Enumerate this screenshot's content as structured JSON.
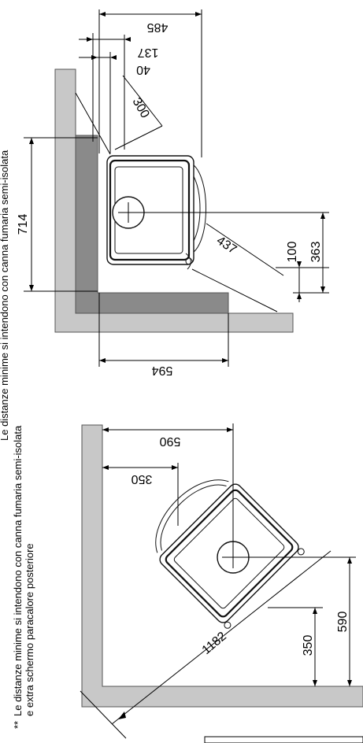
{
  "notes": {
    "line1": "Le distanze minime si intendono con canna fumaria semi-isolata",
    "line2": "Le distanze minime si intendono con canna fumaria semi-isolata",
    "line3": "e extra schermo paracalore posteriore",
    "marker": "**"
  },
  "top_view": {
    "dim_485": "485",
    "dim_137": "137",
    "dim_40": "40",
    "dim_300": "300",
    "dim_714": "714",
    "dim_437": "437",
    "dim_100": "100",
    "dim_363": "363",
    "dim_594": "594"
  },
  "corner_view": {
    "dim_590_top": "590",
    "dim_350_top": "350",
    "dim_1182": "1182",
    "dim_350_bottom": "350",
    "dim_590_bottom": "590"
  }
}
